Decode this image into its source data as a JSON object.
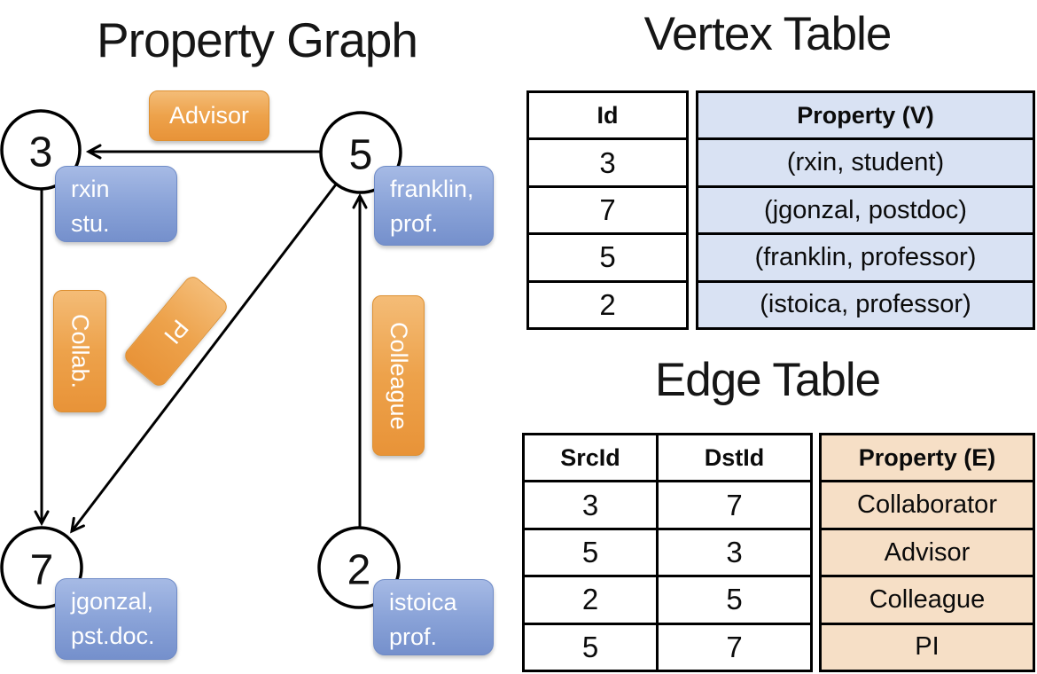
{
  "colors": {
    "edge_label_orange": "#EDA24B",
    "vertex_box_blue": "#8AA3D8",
    "vertex_table_fill": "#D9E2F3",
    "edge_table_fill": "#F6DFC6",
    "line_black": "#000000"
  },
  "graph": {
    "title": "Property Graph",
    "nodes": {
      "n3": {
        "id": "3",
        "line1": "rxin",
        "line2": "stu."
      },
      "n5": {
        "id": "5",
        "line1": "franklin,",
        "line2": "prof."
      },
      "n7": {
        "id": "7",
        "line1": "jgonzal,",
        "line2": "pst.doc."
      },
      "n2": {
        "id": "2",
        "line1": "istoica",
        "line2": "prof."
      }
    },
    "edge_labels": {
      "advisor": "Advisor",
      "collab": "Collab.",
      "pi": "PI",
      "colleague": "Colleague"
    }
  },
  "vertex_table": {
    "title": "Vertex Table",
    "columns": {
      "id": "Id",
      "property": "Property (V)"
    },
    "rows": [
      {
        "id": "3",
        "property": "(rxin, student)"
      },
      {
        "id": "7",
        "property": "(jgonzal, postdoc)"
      },
      {
        "id": "5",
        "property": "(franklin, professor)"
      },
      {
        "id": "2",
        "property": "(istoica, professor)"
      }
    ]
  },
  "edge_table": {
    "title": "Edge Table",
    "columns": {
      "src": "SrcId",
      "dst": "DstId",
      "property": "Property (E)"
    },
    "rows": [
      {
        "src": "3",
        "dst": "7",
        "property": "Collaborator"
      },
      {
        "src": "5",
        "dst": "3",
        "property": "Advisor"
      },
      {
        "src": "2",
        "dst": "5",
        "property": "Colleague"
      },
      {
        "src": "5",
        "dst": "7",
        "property": "PI"
      }
    ]
  }
}
